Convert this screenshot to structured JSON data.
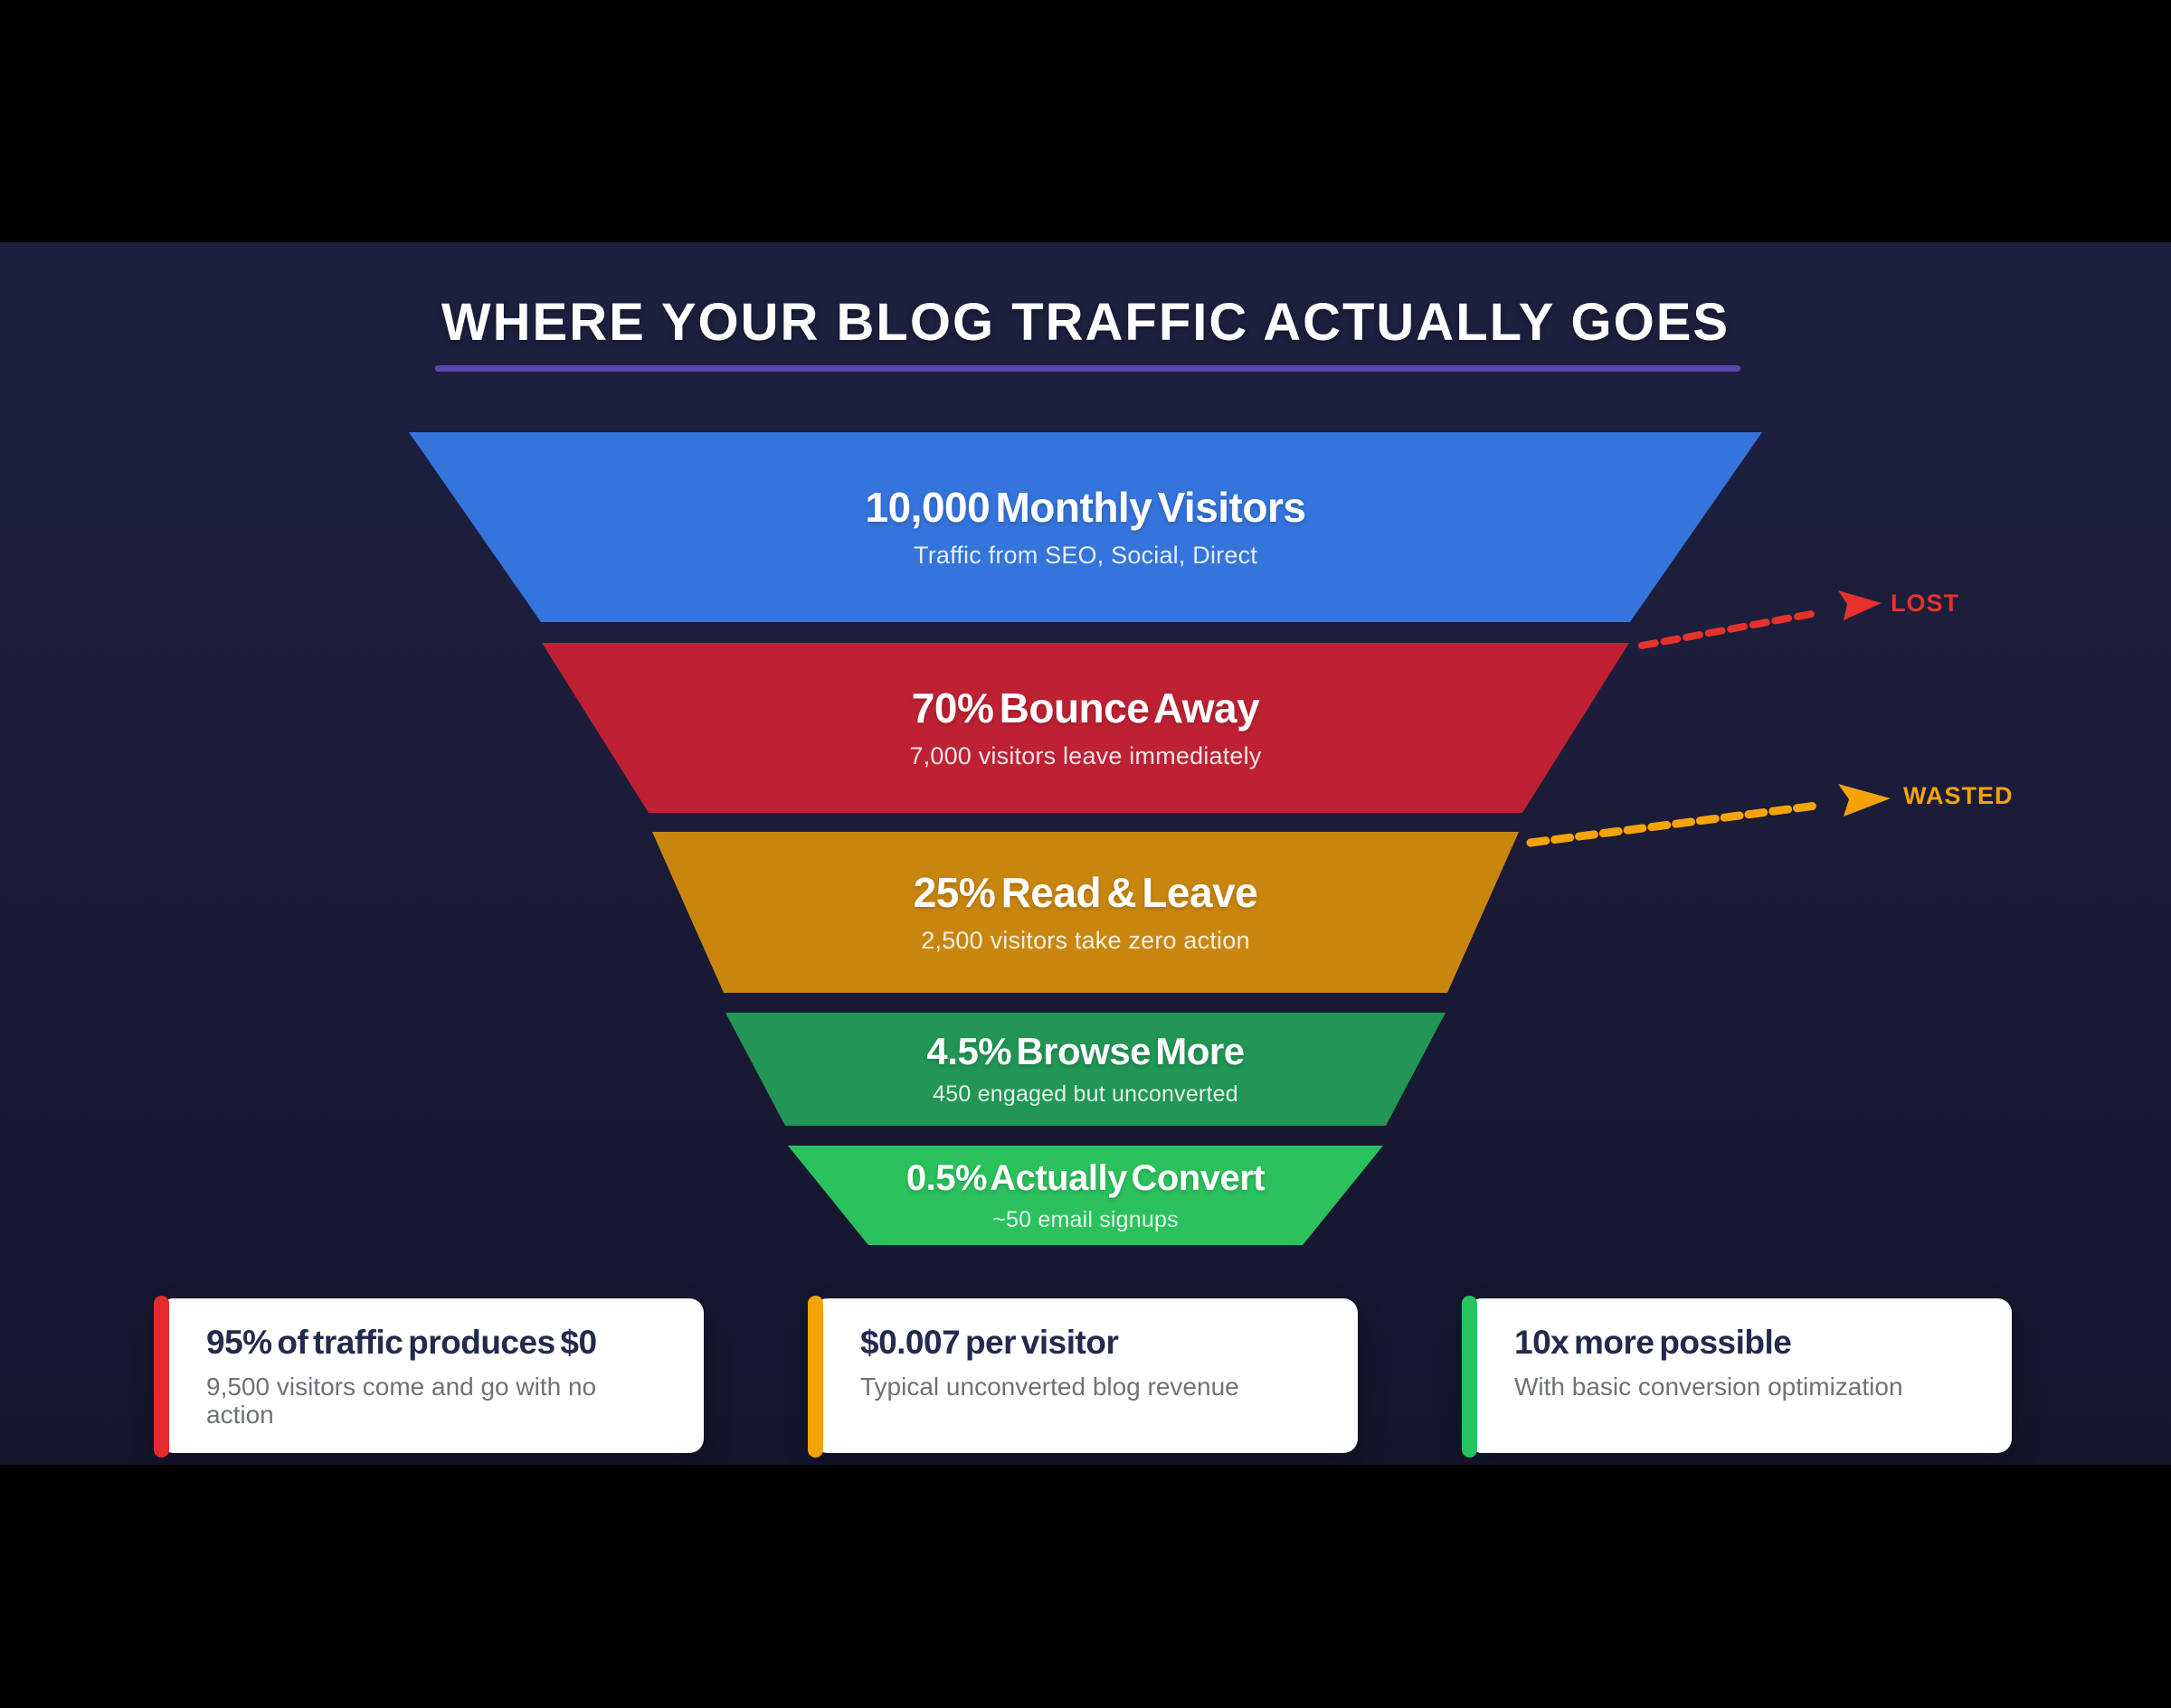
{
  "header": {
    "title": "WHERE YOUR BLOG TRAFFIC ACTUALLY GOES",
    "divider_color": "#5B44AE"
  },
  "chart_data": {
    "type": "funnel",
    "title": "WHERE YOUR BLOG TRAFFIC ACTUALLY GOES",
    "stages": [
      {
        "label": "10,000 Monthly Visitors",
        "description": "Traffic from SEO, Social, Direct",
        "visitors": 10000,
        "percent_of_total": 100,
        "color": "#3474DB"
      },
      {
        "label": "70% Bounce Away",
        "description": "7,000 visitors leave immediately",
        "visitors": 7000,
        "percent_of_total": 70,
        "color": "#BE2132"
      },
      {
        "label": "25% Read & Leave",
        "description": "2,500 visitors take zero action",
        "visitors": 2500,
        "percent_of_total": 25,
        "color": "#C9860F"
      },
      {
        "label": "4.5% Browse More",
        "description": "450 engaged but unconverted",
        "visitors": 450,
        "percent_of_total": 4.5,
        "color": "#229655"
      },
      {
        "label": "0.5% Actually Convert",
        "description": "~50 email signups",
        "visitors": 50,
        "percent_of_total": 0.5,
        "color": "#2BC15D"
      }
    ],
    "annotations": [
      {
        "label": "LOST",
        "color": "#E6322B"
      },
      {
        "label": "WASTED",
        "color": "#F4A406"
      }
    ],
    "callouts": [
      {
        "title": "95% of traffic produces $0",
        "description": "9,500 visitors come and go with no action",
        "accent_color": "#E52B2B"
      },
      {
        "title": "$0.007 per visitor",
        "description": "Typical unconverted blog revenue",
        "accent_color": "#F5A302"
      },
      {
        "title": "10x more possible",
        "description": "With basic conversion optimization",
        "accent_color": "#26C45F"
      }
    ]
  }
}
